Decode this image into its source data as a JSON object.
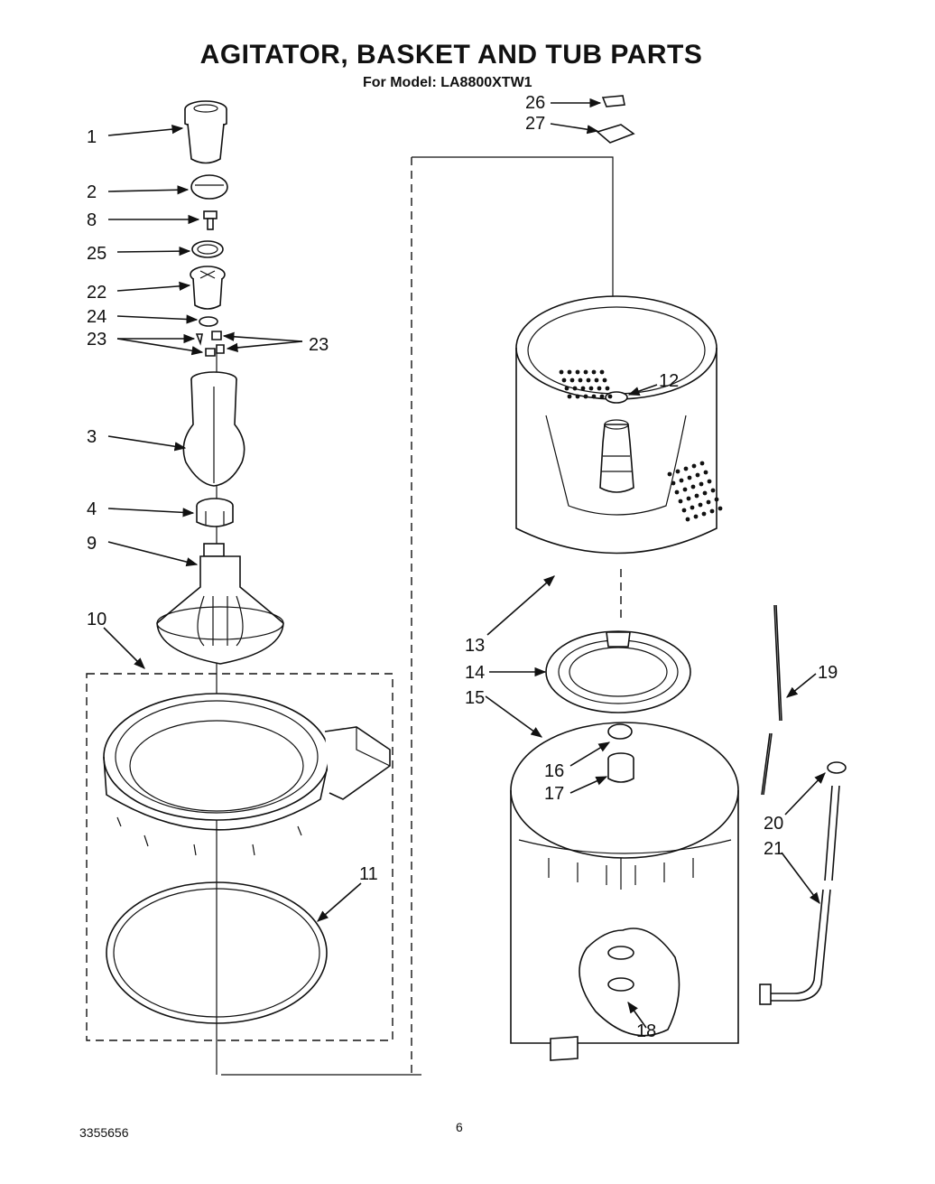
{
  "title": "AGITATOR, BASKET AND TUB PARTS",
  "subtitle": "For Model: LA8800XTW1",
  "footer": {
    "doc_number": "3355656",
    "page_number": "6"
  },
  "callouts": [
    "1",
    "2",
    "8",
    "25",
    "22",
    "24",
    "23",
    "23",
    "3",
    "4",
    "9",
    "10",
    "11",
    "26",
    "27",
    "12",
    "13",
    "14",
    "15",
    "16",
    "17",
    "18",
    "19",
    "20",
    "21"
  ]
}
